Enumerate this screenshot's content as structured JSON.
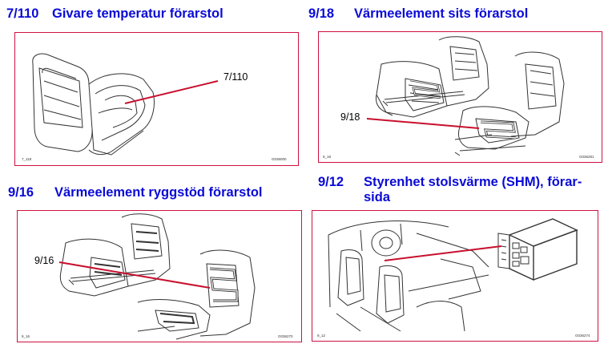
{
  "colors": {
    "heading": "#0a0ad6",
    "frame": "#d01040",
    "leader": "#c8102e",
    "drawing": "#333333"
  },
  "sections": [
    {
      "number": "7/110",
      "title": "Givare temperatur förarstol",
      "callout": "7/110",
      "figure_ref": "7_118",
      "figure_code": "G036000"
    },
    {
      "number": "9/18",
      "title": "Värmeelement sits förarstol",
      "callout": "9/18",
      "figure_ref": "9_18",
      "figure_code": "G036281"
    },
    {
      "number": "9/16",
      "title": "Värmeelement ryggstöd förarstol",
      "callout": "9/16",
      "figure_ref": "9_16",
      "figure_code": "G036270"
    },
    {
      "number": "9/12",
      "title_line1": "Styrenhet stolsvärme (SHM), förar-",
      "title_line2": "sida",
      "figure_ref": "9_12",
      "figure_code": "G036274"
    }
  ]
}
